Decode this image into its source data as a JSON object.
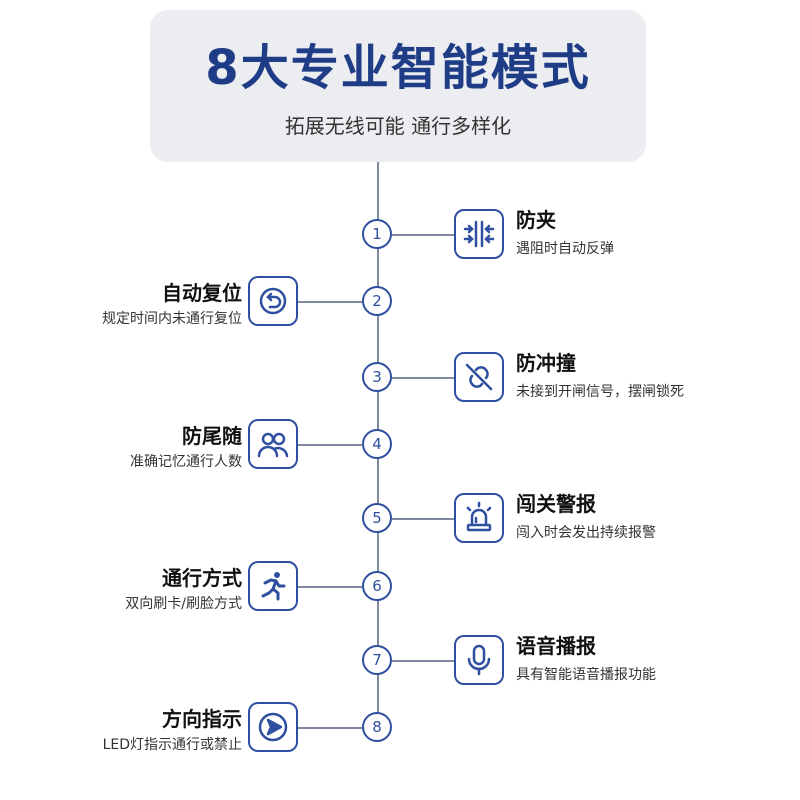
{
  "header": {
    "title": "8大专业智能模式",
    "subtitle": "拓展无线可能 通行多样化"
  },
  "features": [
    {
      "step": "1",
      "title": "防夹",
      "desc": "遇阻时自动反弹",
      "icon": "anti-pinch-icon"
    },
    {
      "step": "2",
      "title": "自动复位",
      "desc": "规定时间内未通行复位",
      "icon": "reset-icon"
    },
    {
      "step": "3",
      "title": "防冲撞",
      "desc": "未接到开闸信号，摆闸锁死",
      "icon": "anti-collision-icon"
    },
    {
      "step": "4",
      "title": "防尾随",
      "desc": "准确记忆通行人数",
      "icon": "people-icon"
    },
    {
      "step": "5",
      "title": "闯关警报",
      "desc": "闯入时会发出持续报警",
      "icon": "alarm-light-icon"
    },
    {
      "step": "6",
      "title": "通行方式",
      "desc": "双向刷卡/刷脸方式",
      "icon": "running-person-icon"
    },
    {
      "step": "7",
      "title": "语音播报",
      "desc": "具有智能语音播报功能",
      "icon": "microphone-icon"
    },
    {
      "step": "8",
      "title": "方向指示",
      "desc": "LED灯指示通行或禁止",
      "icon": "direction-arrow-icon"
    }
  ],
  "colors": {
    "accent": "#2f4fa0",
    "title": "#1f3c86",
    "header_bg": "#ebedf0",
    "line": "#7f8aa0"
  }
}
